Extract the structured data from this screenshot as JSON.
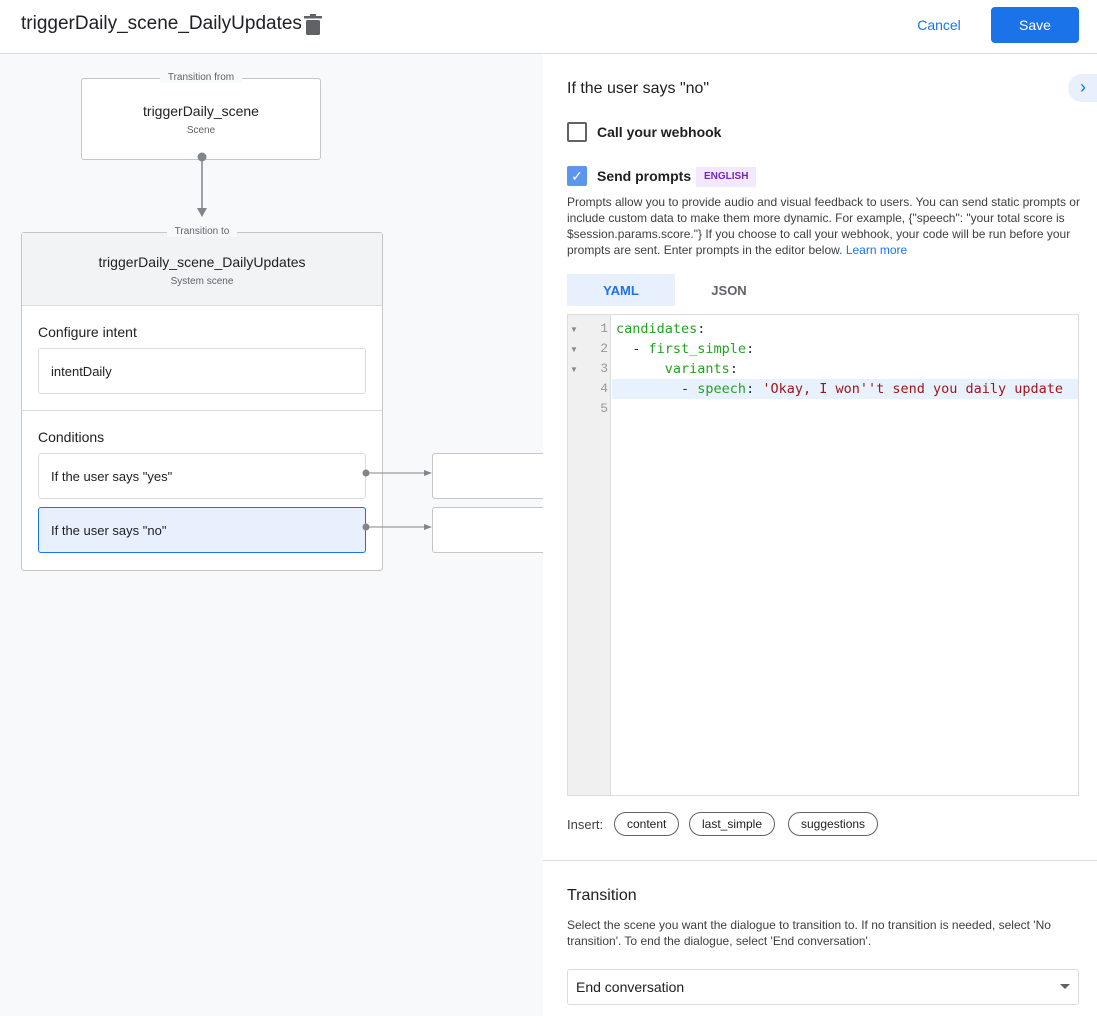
{
  "header": {
    "title": "triggerDaily_scene_DailyUpdates",
    "cancel": "Cancel",
    "save": "Save",
    "trash_icon": "trash-icon"
  },
  "canvas": {
    "from": {
      "legend": "Transition from",
      "name": "triggerDaily_scene",
      "type": "Scene"
    },
    "to": {
      "legend": "Transition to",
      "name": "triggerDaily_scene_DailyUpdates",
      "type": "System scene",
      "intent_heading": "Configure intent",
      "intent": "intentDaily",
      "conditions_heading": "Conditions",
      "conditions": [
        {
          "label": "If the user says \"yes\"",
          "selected": false
        },
        {
          "label": "If the user says \"no\"",
          "selected": true
        }
      ]
    }
  },
  "panel": {
    "title": "If the user says \"no\"",
    "webhook": {
      "label": "Call your webhook",
      "checked": false
    },
    "prompts": {
      "label": "Send prompts",
      "checked": true,
      "badge": "ENGLISH"
    },
    "description": "Prompts allow you to provide audio and visual feedback to users. You can send static prompts or include custom data to make them more dynamic. For example, {\"speech\": \"your total score is $session.params.score.\"} If you choose to call your webhook, your code will be run before your prompts are sent. Enter prompts in the editor below.",
    "learn_more": "Learn more",
    "tabs": [
      "YAML",
      "JSON"
    ],
    "active_tab": "YAML",
    "code": {
      "l1k": "candidates",
      "l2k": "first_simple",
      "l3k": "variants",
      "l4k": "speech",
      "l4v": "'Okay, I won''t send you daily update",
      "line_numbers": [
        "1",
        "2",
        "3",
        "4",
        "5"
      ]
    },
    "insert_label": "Insert:",
    "insert_chips": [
      "content",
      "last_simple",
      "suggestions"
    ],
    "transition": {
      "title": "Transition",
      "description": "Select the scene you want the dialogue to transition to. If no transition is needed, select 'No transition'. To end the dialogue, select 'End conversation'.",
      "selected": "End conversation"
    }
  },
  "colors": {
    "accent": "#1a73e8",
    "selected_bg": "#e8f0fe",
    "badge_bg": "#f3e8fd",
    "badge_text": "#7627bb"
  }
}
